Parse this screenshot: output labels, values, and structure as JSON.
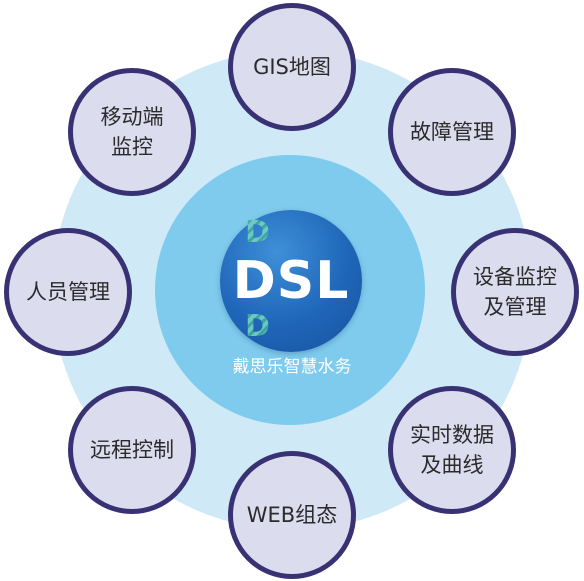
{
  "center": {
    "logo_text": "DSL",
    "brand": "戴思乐智慧水务"
  },
  "nodes": {
    "gis": "GIS地图",
    "fault": "故障管理",
    "device": "设备监控\n及管理",
    "realtime": "实时数据\n及曲线",
    "web": "WEB组态",
    "remote": "远程控制",
    "staff": "人员管理",
    "mobile": "移动端\n监控"
  },
  "colors": {
    "outer_ring": "#cfe9f7",
    "inner_ring": "#7fcbee",
    "core": "#1f66b8",
    "node_fill": "#dcdcef",
    "node_border": "#383173",
    "deco_accent": "#3fae9f"
  }
}
